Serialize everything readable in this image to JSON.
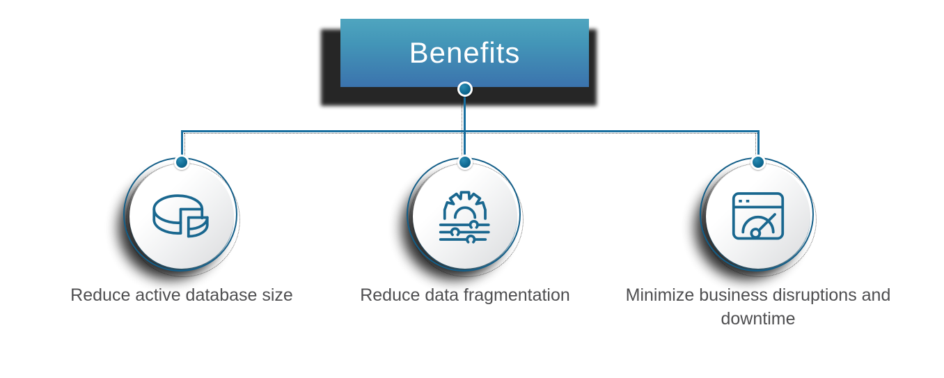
{
  "title": {
    "label": "Benefits"
  },
  "branches": [
    {
      "label": "Reduce active database size",
      "icon": "pie-chart-3d-icon"
    },
    {
      "label": "Reduce data fragmentation",
      "icon": "gear-settings-lines-icon"
    },
    {
      "label": "Minimize business disruptions and downtime",
      "icon": "performance-gauge-window-icon"
    }
  ],
  "colors": {
    "header_gradient_top": "#4FA5BF",
    "header_gradient_bottom": "#3B73AD",
    "header_text": "#FFFFFF",
    "connector_line": "#176E9F",
    "node_dot_fill": "#0E6890",
    "ring_stroke": "#135E88",
    "icon_stroke": "#19678F",
    "label_text": "#4E4E50",
    "shadow": "#141414",
    "circle_fill_top": "#FFFFFF",
    "circle_fill_bottom": "#DADBDD"
  }
}
